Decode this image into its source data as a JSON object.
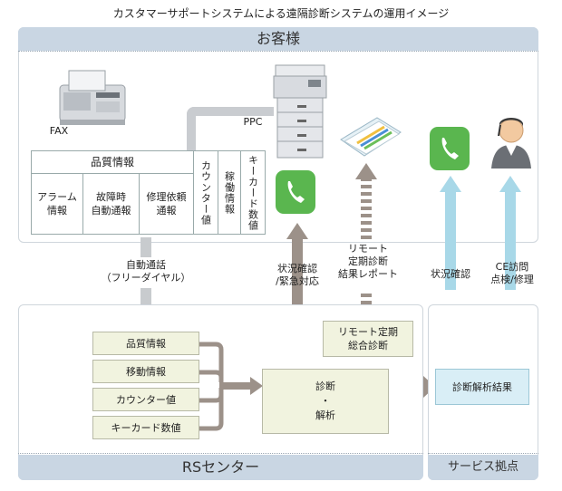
{
  "title": "カスタマーサポートシステムによる遠隔診断システムの運用イメージ",
  "customer": {
    "header": "お客様",
    "fax_label": "FAX",
    "ppc_label": "PPC",
    "table": {
      "header": "品質情報",
      "sub": [
        "アラーム\n情報",
        "故障時\n自動通報",
        "修理依頼\n通報"
      ],
      "vertical": [
        "カウンター値",
        "稼働情報",
        "キーカード数値"
      ]
    }
  },
  "flows": {
    "auto_call": "自動通話\n（フリーダイヤル）",
    "status_emergency": "状況確認\n/緊急対応",
    "remote_report": "リモート\n定期診断\n結果レポート",
    "status_check": "状況確認",
    "ce_visit": "CE訪問\n点検/修理"
  },
  "rs_center": {
    "footer": "RSセンター",
    "items": [
      "品質情報",
      "移動情報",
      "カウンター値",
      "キーカード数値"
    ],
    "remote_box": "リモート定期\n総合診断",
    "diagnosis": "診断\n・\n解析"
  },
  "service": {
    "footer": "サービス拠点",
    "result_box": "診断解析結果"
  }
}
